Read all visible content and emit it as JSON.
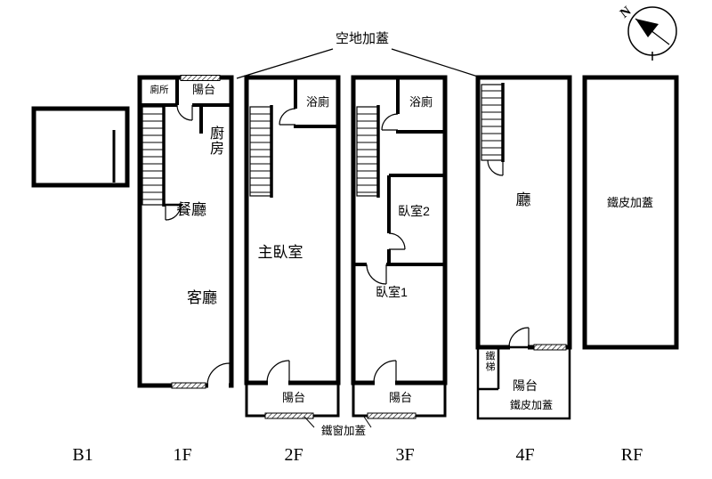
{
  "compass": {
    "north": "N"
  },
  "notes": {
    "top": "空地加蓋",
    "f2_bottom": "鐵窗加蓋",
    "f4_annex": "鐵皮加蓋",
    "rf": "鐵皮加蓋"
  },
  "rooms": {
    "f1_toilet": "廁所",
    "f1_balcony": "陽台",
    "f1_kitchen": "廚房",
    "f1_dining": "餐廳",
    "f1_living": "客廳",
    "f2_bath": "浴廁",
    "f2_master": "主臥室",
    "f2_balcony": "陽台",
    "f3_bath": "浴廁",
    "f3_bed2": "臥室2",
    "f3_bed1": "臥室1",
    "f3_balcony": "陽台",
    "f4_hall": "廳",
    "f4_stair": "鐵梯",
    "f4_balcony": "陽台"
  },
  "floor_labels": {
    "b1": "B1",
    "f1": "1F",
    "f2": "2F",
    "f3": "3F",
    "f4": "4F",
    "rf": "RF"
  }
}
